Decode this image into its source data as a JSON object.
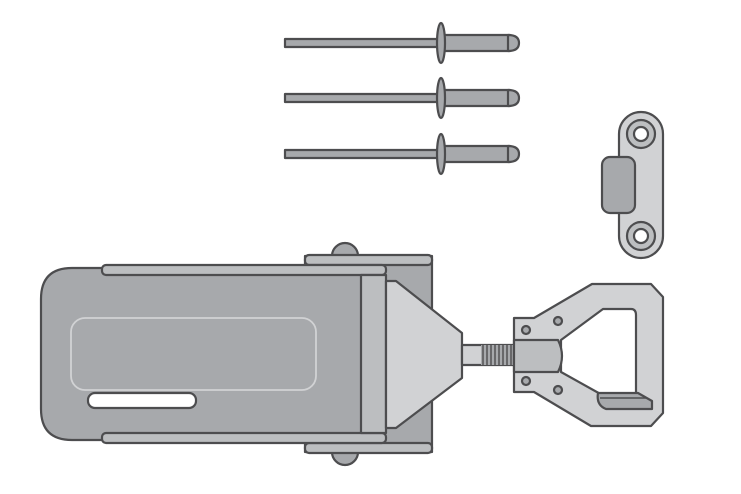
{
  "illustration": {
    "subject": "latch-kit",
    "parts": [
      "rivet",
      "rivet",
      "rivet",
      "strike-plate",
      "draw-latch"
    ],
    "colors": {
      "outline": "#4d4d4f",
      "light": "#d1d2d4",
      "mid": "#bcbec0",
      "dark": "#a7a9ac",
      "background": "#ffffff"
    }
  }
}
